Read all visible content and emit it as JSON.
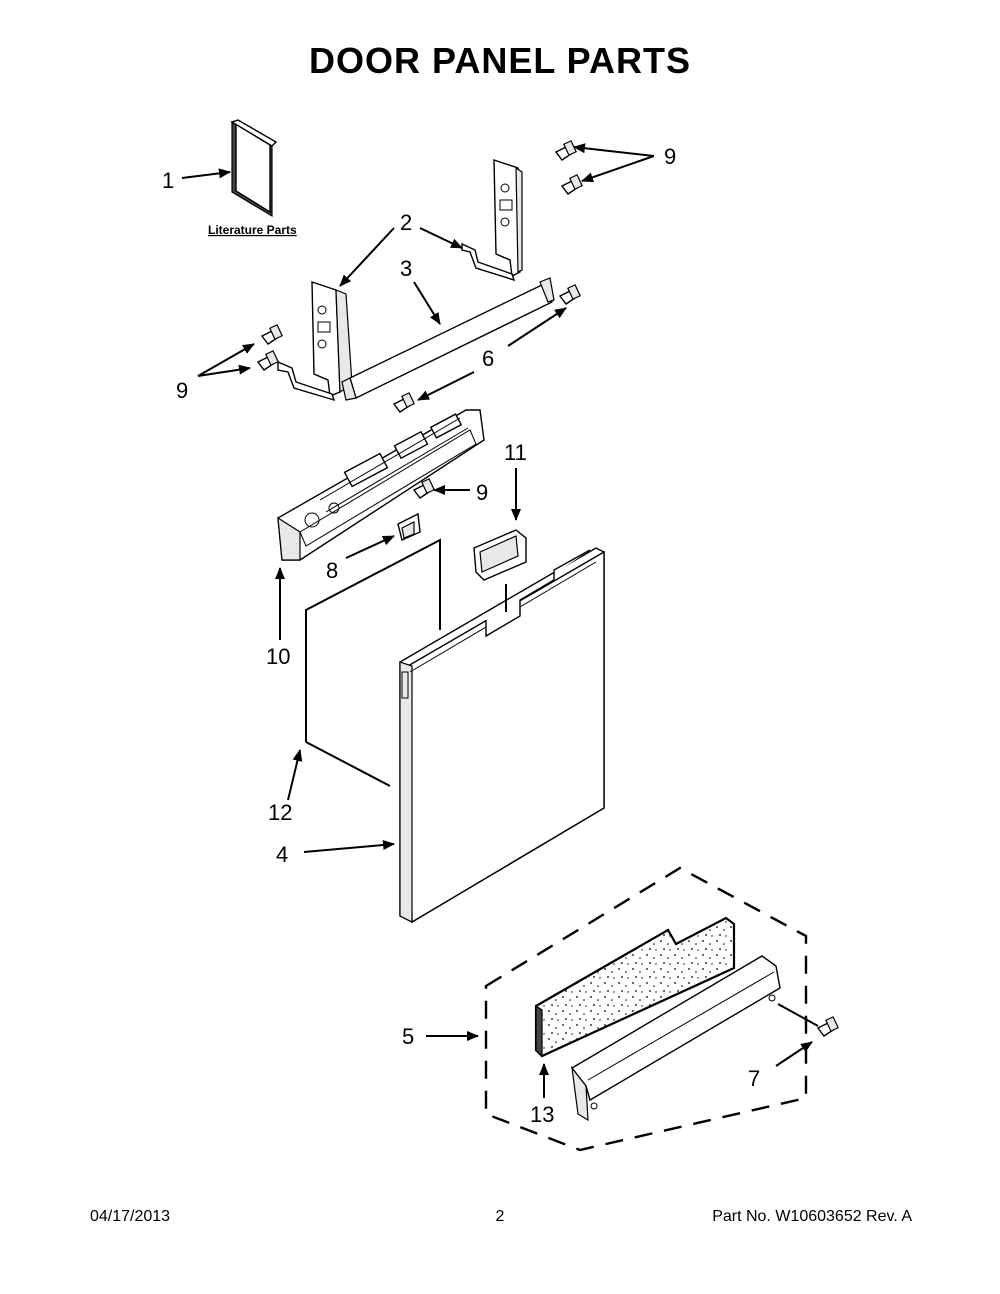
{
  "title": "DOOR PANEL PARTS",
  "literature_label": "Literature Parts",
  "callouts": {
    "c1": "1",
    "c2": "2",
    "c3": "3",
    "c4": "4",
    "c5": "5",
    "c6": "6",
    "c7": "7",
    "c8": "8",
    "c9": "9",
    "c10": "10",
    "c11": "11",
    "c12": "12",
    "c13": "13"
  },
  "footer": {
    "date": "04/17/2013",
    "page": "2",
    "part": "Part No.  W10603652  Rev.  A"
  }
}
